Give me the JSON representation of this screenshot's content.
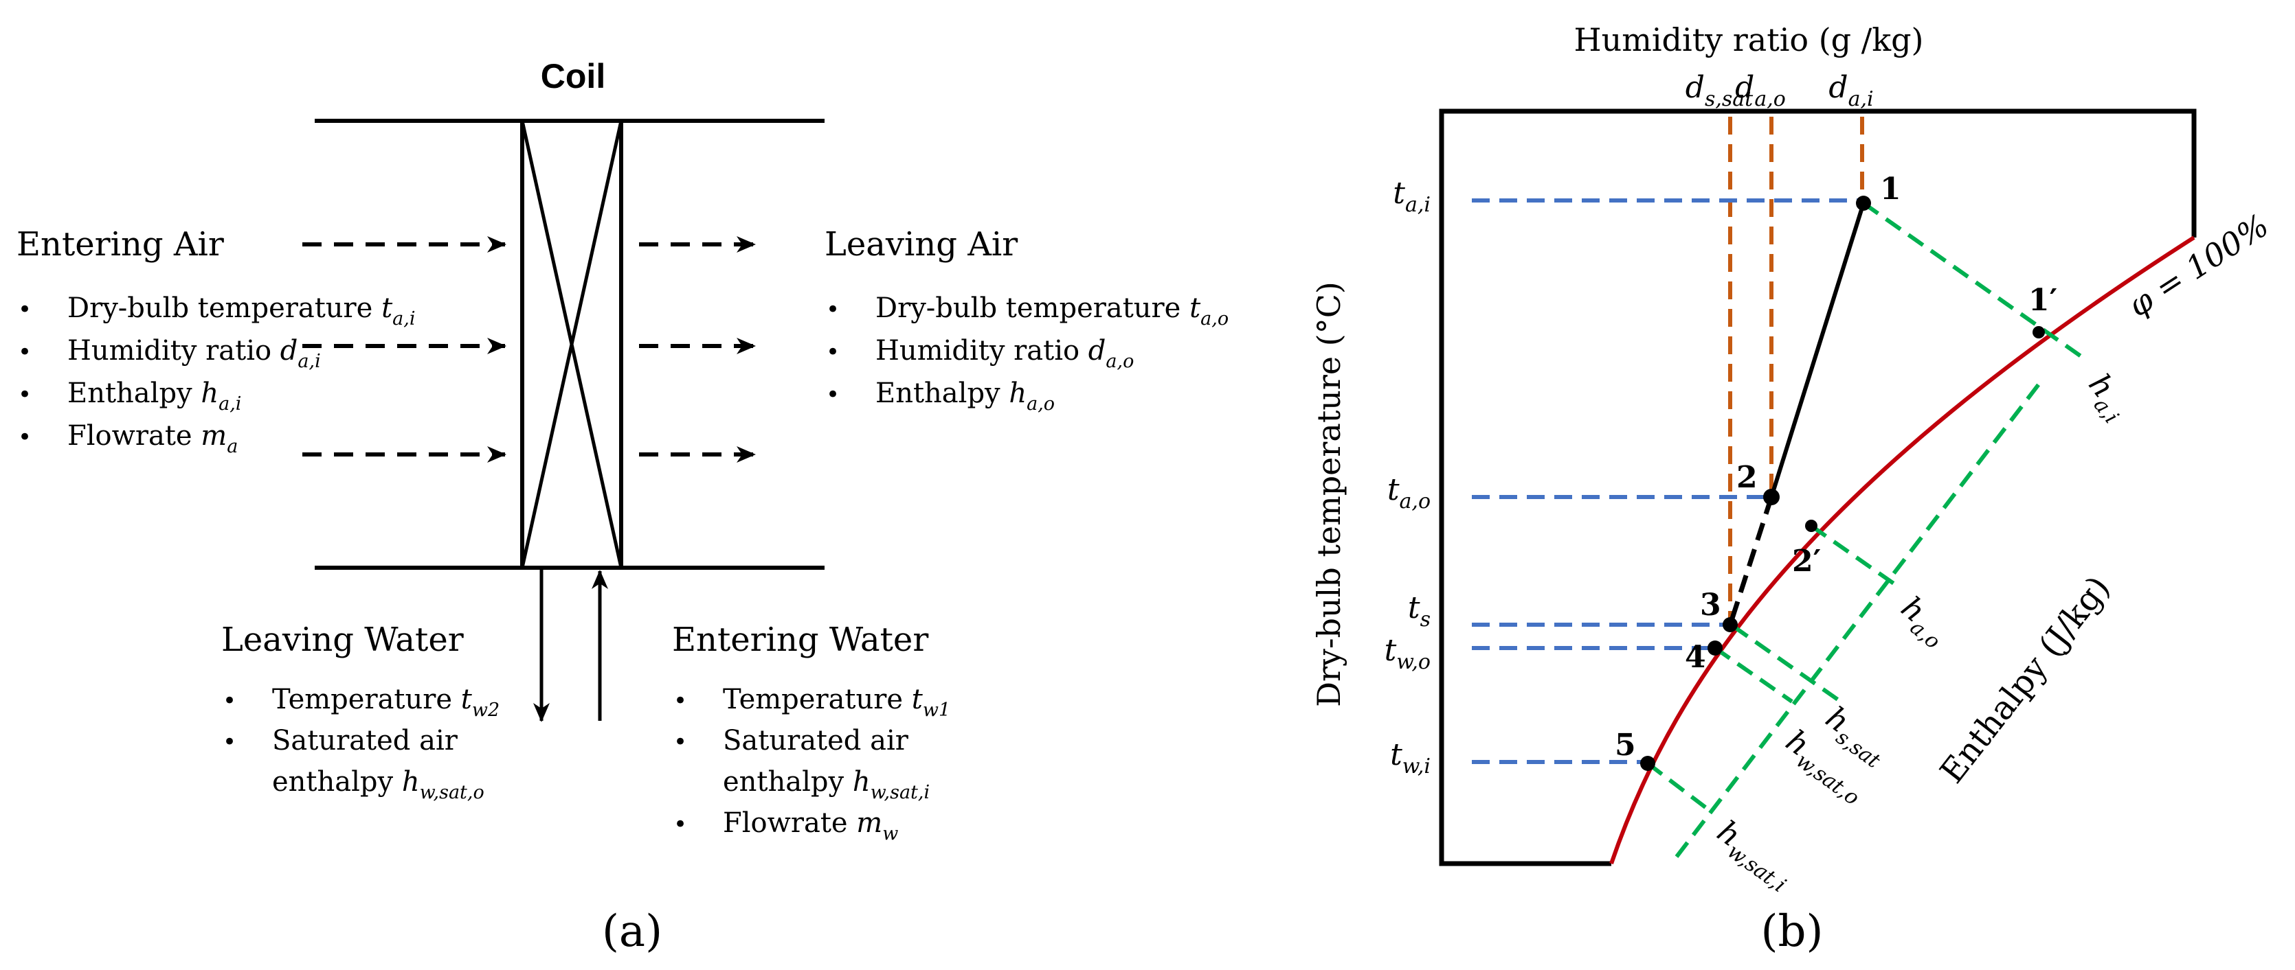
{
  "panel_a": {
    "caption": "(a)",
    "coil_label": "Coil",
    "entering_air": {
      "title": "Entering Air",
      "items": [
        {
          "text": "Dry-bulb temperature ",
          "sym": "t",
          "sub": "a,i"
        },
        {
          "text": "Humidity ratio ",
          "sym": "d",
          "sub": "a,i"
        },
        {
          "text": "Enthalpy ",
          "sym": "h",
          "sub": "a,i"
        },
        {
          "text": "Flowrate ",
          "sym": "m",
          "sub": "a"
        }
      ]
    },
    "leaving_air": {
      "title": "Leaving Air",
      "items": [
        {
          "text": "Dry-bulb temperature ",
          "sym": "t",
          "sub": "a,o"
        },
        {
          "text": "Humidity ratio ",
          "sym": "d",
          "sub": "a,o"
        },
        {
          "text": "Enthalpy ",
          "sym": "h",
          "sub": "a,o"
        }
      ]
    },
    "leaving_water": {
      "title": "Leaving Water",
      "items": [
        {
          "text": "Temperature ",
          "sym": "t",
          "sub": "w2"
        },
        {
          "text": "Saturated air",
          "sym": "",
          "sub": ""
        },
        {
          "text": "enthalpy ",
          "sym": "h",
          "sub": "w,sat,o"
        }
      ]
    },
    "entering_water": {
      "title": "Entering Water",
      "items": [
        {
          "text": "Temperature ",
          "sym": "t",
          "sub": "w1"
        },
        {
          "text": "Saturated air",
          "sym": "",
          "sub": ""
        },
        {
          "text": "enthalpy ",
          "sym": "h",
          "sub": "w,sat,i"
        },
        {
          "text": "Flowrate ",
          "sym": "m",
          "sub": "w"
        }
      ]
    }
  },
  "panel_b": {
    "caption": "(b)",
    "top_axis_label": "Humidity ratio (g /kg)",
    "left_axis_label": "Dry-bulb temperature (°C)",
    "enthalpy_axis_label": "Enthalpy (J/kg)",
    "saturation_label": "φ = 100%",
    "humidity_ticks": [
      {
        "sym": "d",
        "sub": "s,sat"
      },
      {
        "sym": "d",
        "sub": "a,o"
      },
      {
        "sym": "d",
        "sub": "a,i"
      }
    ],
    "temperature_ticks": [
      {
        "sym": "t",
        "sub": "a,i"
      },
      {
        "sym": "t",
        "sub": "a,o"
      },
      {
        "sym": "t",
        "sub": "s"
      },
      {
        "sym": "t",
        "sub": "w,o"
      },
      {
        "sym": "t",
        "sub": "w,i"
      }
    ],
    "points": [
      "1",
      "1′",
      "2",
      "2′",
      "3",
      "4",
      "5"
    ],
    "enthalpy_labels": [
      {
        "sym": "h",
        "sub": "a,i"
      },
      {
        "sym": "h",
        "sub": "a,o"
      },
      {
        "sym": "h",
        "sub": "s,sat"
      },
      {
        "sym": "h",
        "sub": "w,sat,o"
      },
      {
        "sym": "h",
        "sub": "w,sat,i"
      }
    ],
    "colors": {
      "saturation_curve": "#c0000b",
      "humidity_lines": "#c55a11",
      "temperature_lines": "#4472c4",
      "enthalpy_lines": "#00b050",
      "frame": "#000000"
    }
  }
}
